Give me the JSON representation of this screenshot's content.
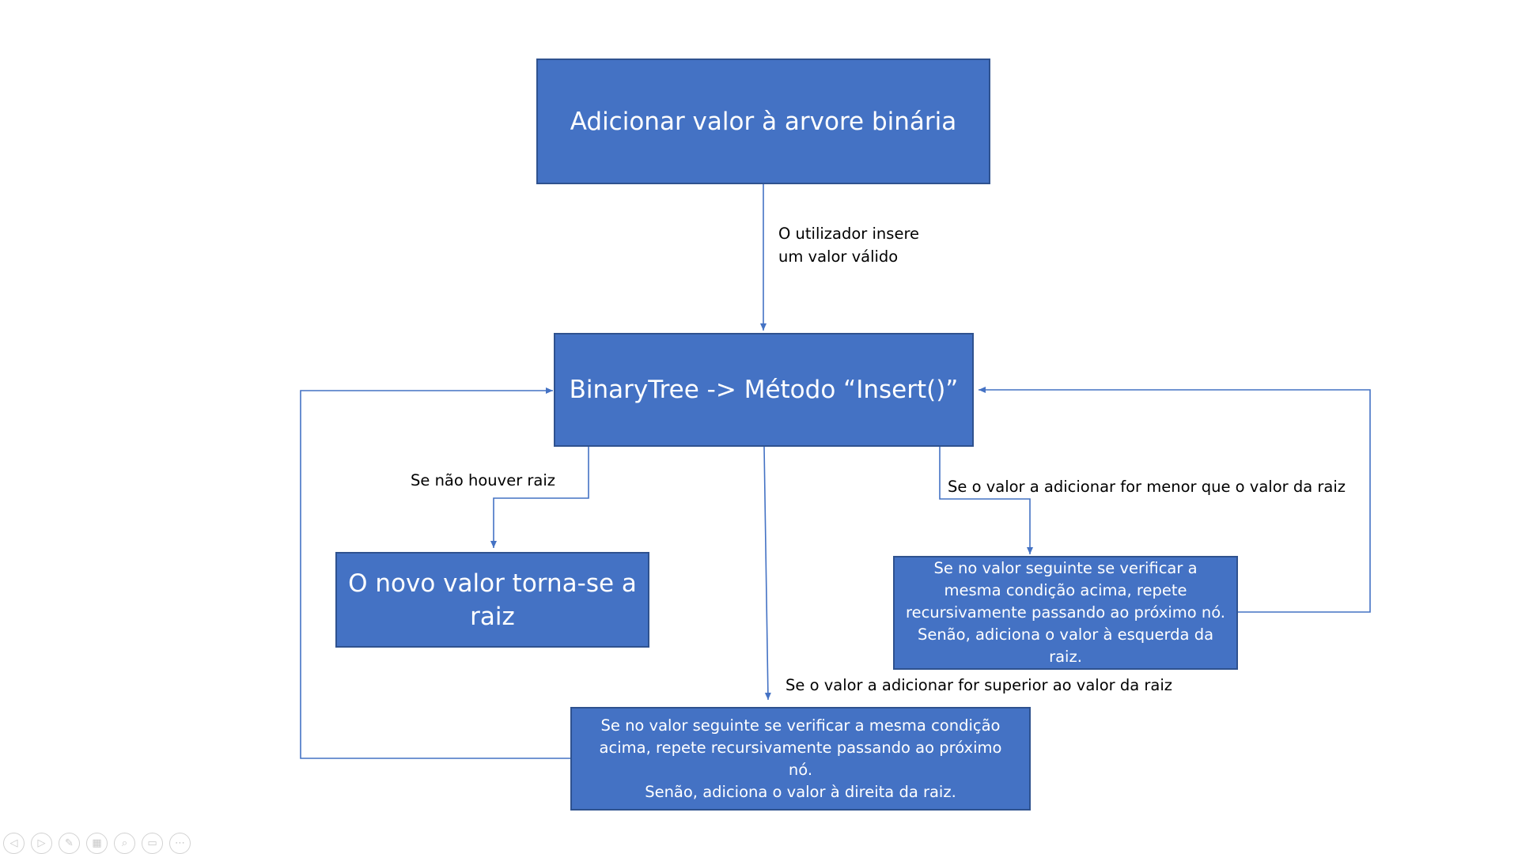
{
  "diagram": {
    "nodes": {
      "start": {
        "text": "Adicionar valor à arvore binária"
      },
      "insert": {
        "text": "BinaryTree -> Método “Insert()”"
      },
      "root": {
        "text": "O novo valor torna-se a raiz"
      },
      "left": {
        "text": "Se no valor seguinte se verificar a mesma condição acima, repete recursivamente passando ao próximo nó.\nSenão, adiciona o valor à esquerda da raiz."
      },
      "right": {
        "text": "Se no valor seguinte se verificar a mesma condição acima, repete recursivamente passando ao próximo nó.\nSenão, adiciona o valor à direita da raiz."
      }
    },
    "edge_labels": {
      "valid_value": "O utilizador insere\num valor válido",
      "no_root": "Se não houver raiz",
      "less_than_root": "Se o valor a adicionar for menor que o valor da raiz",
      "greater_than_root": "Se o valor a adicionar for superior ao valor da raiz"
    },
    "colors": {
      "box_fill": "#4472c4",
      "box_border": "#2f528f",
      "connector": "#4472c4"
    }
  },
  "slideshow_controls": [
    {
      "icon": "previous-slide-icon",
      "glyph": "◁"
    },
    {
      "icon": "next-slide-icon",
      "glyph": "▷"
    },
    {
      "icon": "pen-icon",
      "glyph": "✎"
    },
    {
      "icon": "see-all-slides-icon",
      "glyph": "▦"
    },
    {
      "icon": "zoom-icon",
      "glyph": "⌕"
    },
    {
      "icon": "subtitles-icon",
      "glyph": "▭"
    },
    {
      "icon": "more-options-icon",
      "glyph": "⋯"
    }
  ]
}
